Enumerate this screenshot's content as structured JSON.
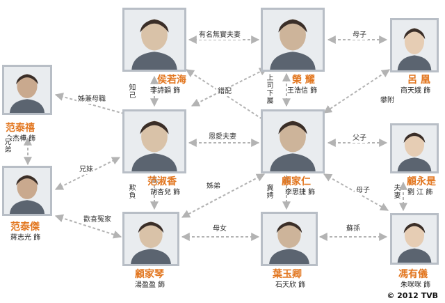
{
  "characters": [
    {
      "id": "hou",
      "name": "侯若海",
      "actor": "李詩韻 飾"
    },
    {
      "id": "rong",
      "name": "榮 耀",
      "actor": "王浩信 飾"
    },
    {
      "id": "lu",
      "name": "呂 凰",
      "actor": "商天娥 飾"
    },
    {
      "id": "taixi",
      "name": "范泰禧",
      "actor": "佘杰樺 飾"
    },
    {
      "id": "shuxiang",
      "name": "范淑香",
      "actor": "胡杏兒 飾"
    },
    {
      "id": "jiaren",
      "name": "顧家仁",
      "actor": "李思捷 飾"
    },
    {
      "id": "yongshi",
      "name": "顧永是",
      "actor": "劉 江 飾"
    },
    {
      "id": "taijie",
      "name": "范泰傑",
      "actor": "蔣志光 飾"
    },
    {
      "id": "jiaqin",
      "name": "顧家琴",
      "actor": "湯盈盈 飾"
    },
    {
      "id": "yuqing",
      "name": "葉玉卿",
      "actor": "石天欣 飾"
    },
    {
      "id": "youyi",
      "name": "馮有儀",
      "actor": "朱咪咪 飾"
    }
  ],
  "relations": [
    {
      "id": "hou-rong",
      "label": "有名無實夫妻"
    },
    {
      "id": "rong-lu",
      "label": "母子"
    },
    {
      "id": "taixi-shuxiang",
      "label": "姊兼母職"
    },
    {
      "id": "hou-shuxiang",
      "label": "知己"
    },
    {
      "id": "cross",
      "label": "錯配"
    },
    {
      "id": "rong-jiaren",
      "label": "上司下屬"
    },
    {
      "id": "lu-jiaren",
      "label": "攀附"
    },
    {
      "id": "taixi-taijie",
      "label": "兄弟"
    },
    {
      "id": "shuxiang-jiaren",
      "label": "恩愛夫妻"
    },
    {
      "id": "jiaren-yongshi",
      "label": "父子"
    },
    {
      "id": "taijie-shuxiang",
      "label": "兄妹"
    },
    {
      "id": "shuxiang-jiaqin",
      "label": "欺負"
    },
    {
      "id": "jiaren-jiaqin",
      "label": "姊弟"
    },
    {
      "id": "jiaren-yuqing",
      "label": "冀娉"
    },
    {
      "id": "jiaren-youyi",
      "label": "母子"
    },
    {
      "id": "yongshi-youyi",
      "label": "夫妻"
    },
    {
      "id": "taijie-jiaqin",
      "label": "歡喜冤家"
    },
    {
      "id": "jiaqin-yuqing",
      "label": "母女"
    },
    {
      "id": "yuqing-youyi",
      "label": "蘇孫"
    }
  ],
  "copyright": "© 2012 TVB",
  "colors": {
    "name": "#e2761f",
    "connector": "#b3b3b3",
    "frame": "#b8bec6"
  }
}
